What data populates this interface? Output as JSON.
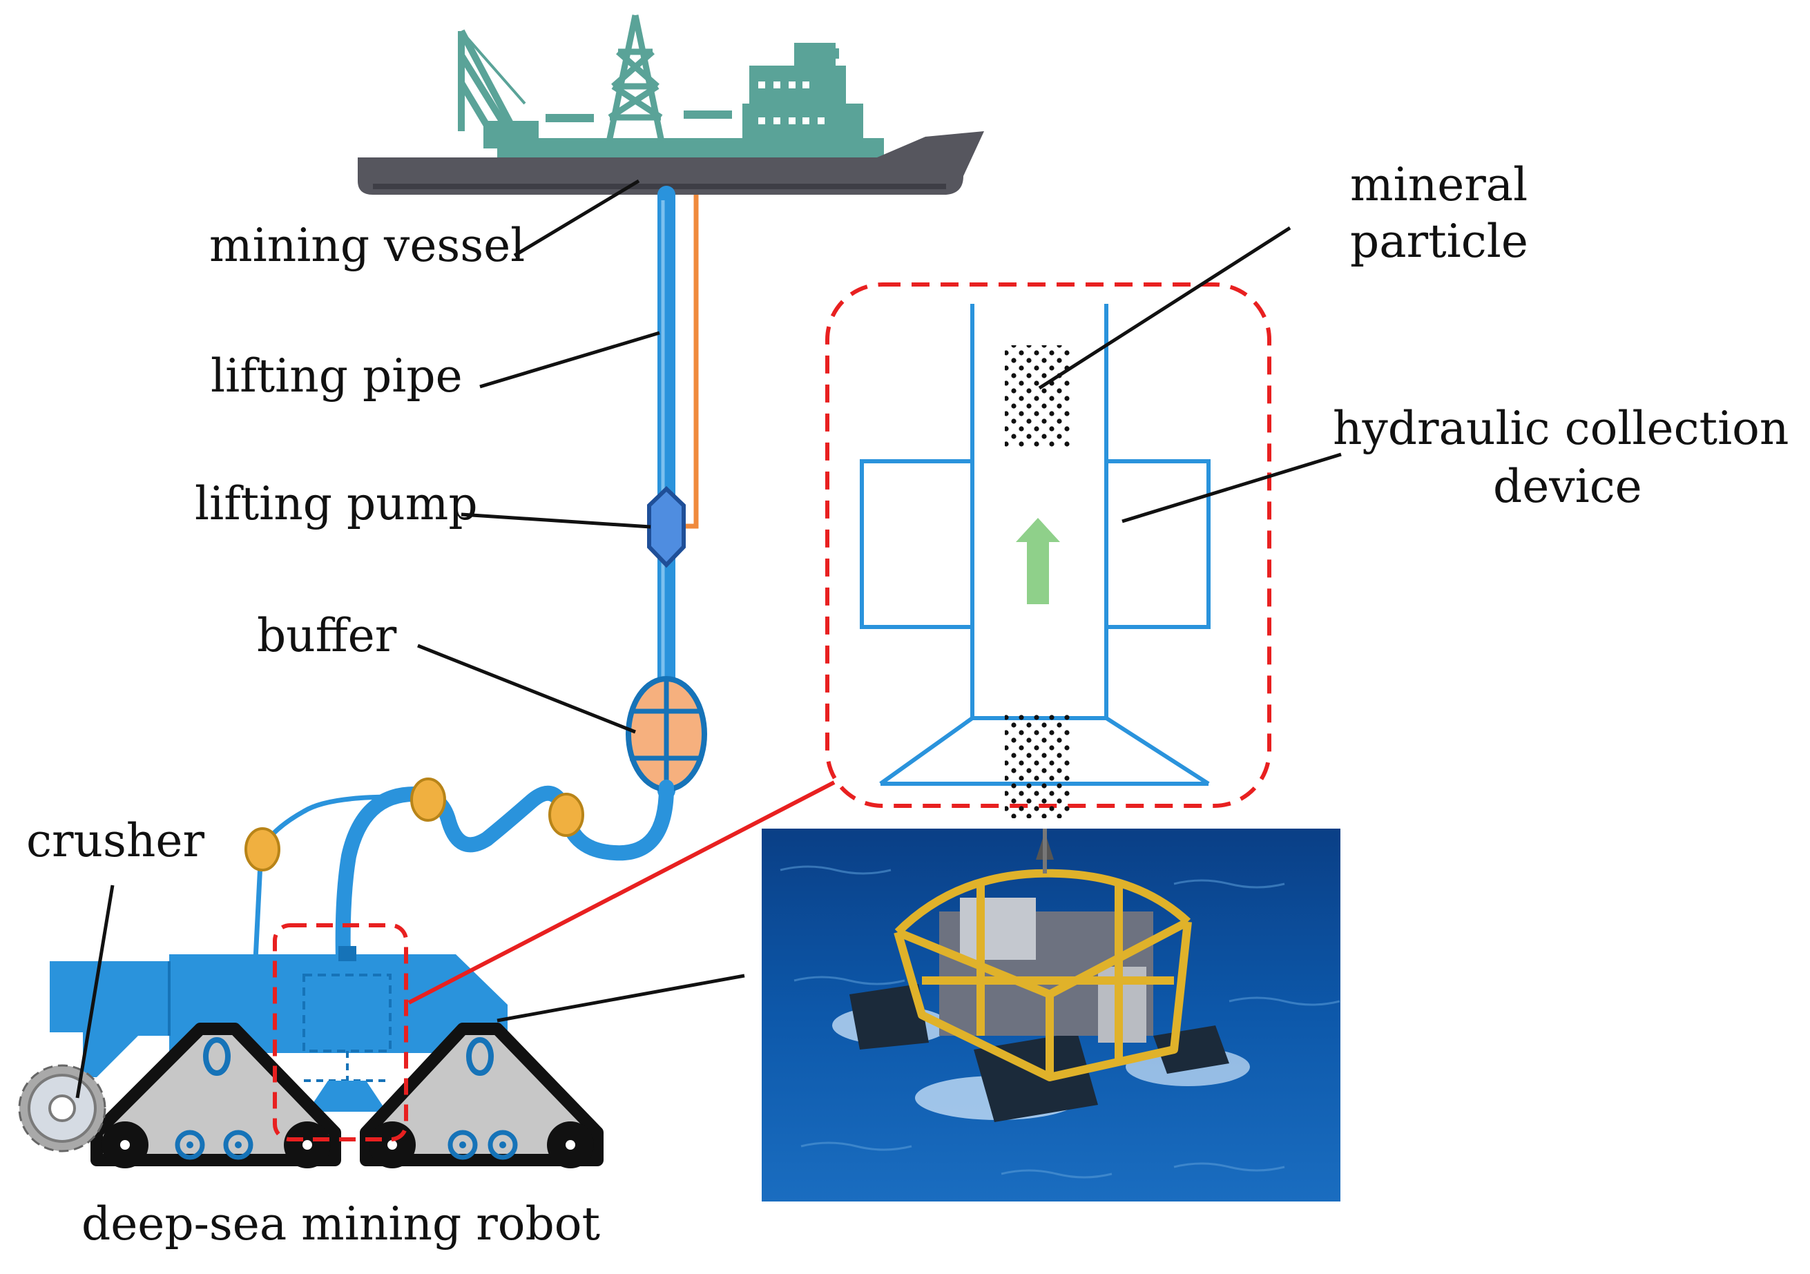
{
  "labels": {
    "mining_vessel": "mining vessel",
    "lifting_pipe": "lifting pipe",
    "lifting_pump": "lifting pump",
    "buffer": "buffer",
    "crusher": "crusher",
    "robot_caption": "deep-sea mining robot",
    "mineral_particle_line1": "mineral",
    "mineral_particle_line2": "particle",
    "collection_device_line1": "hydraulic collection",
    "collection_device_line2": "device"
  },
  "colors": {
    "pipe": "#2a93dc",
    "pipe_dark": "#1673b8",
    "hull": "#56565e",
    "superstructure": "#5aa398",
    "orange_cable": "#f08a3c",
    "buffer_fill": "#f6b07e",
    "float": "#f0b040",
    "callout_red": "#e82020",
    "arrow_green": "#8fd08a",
    "track_gray": "#c7c7c7",
    "sea": "#0c4f9e"
  }
}
